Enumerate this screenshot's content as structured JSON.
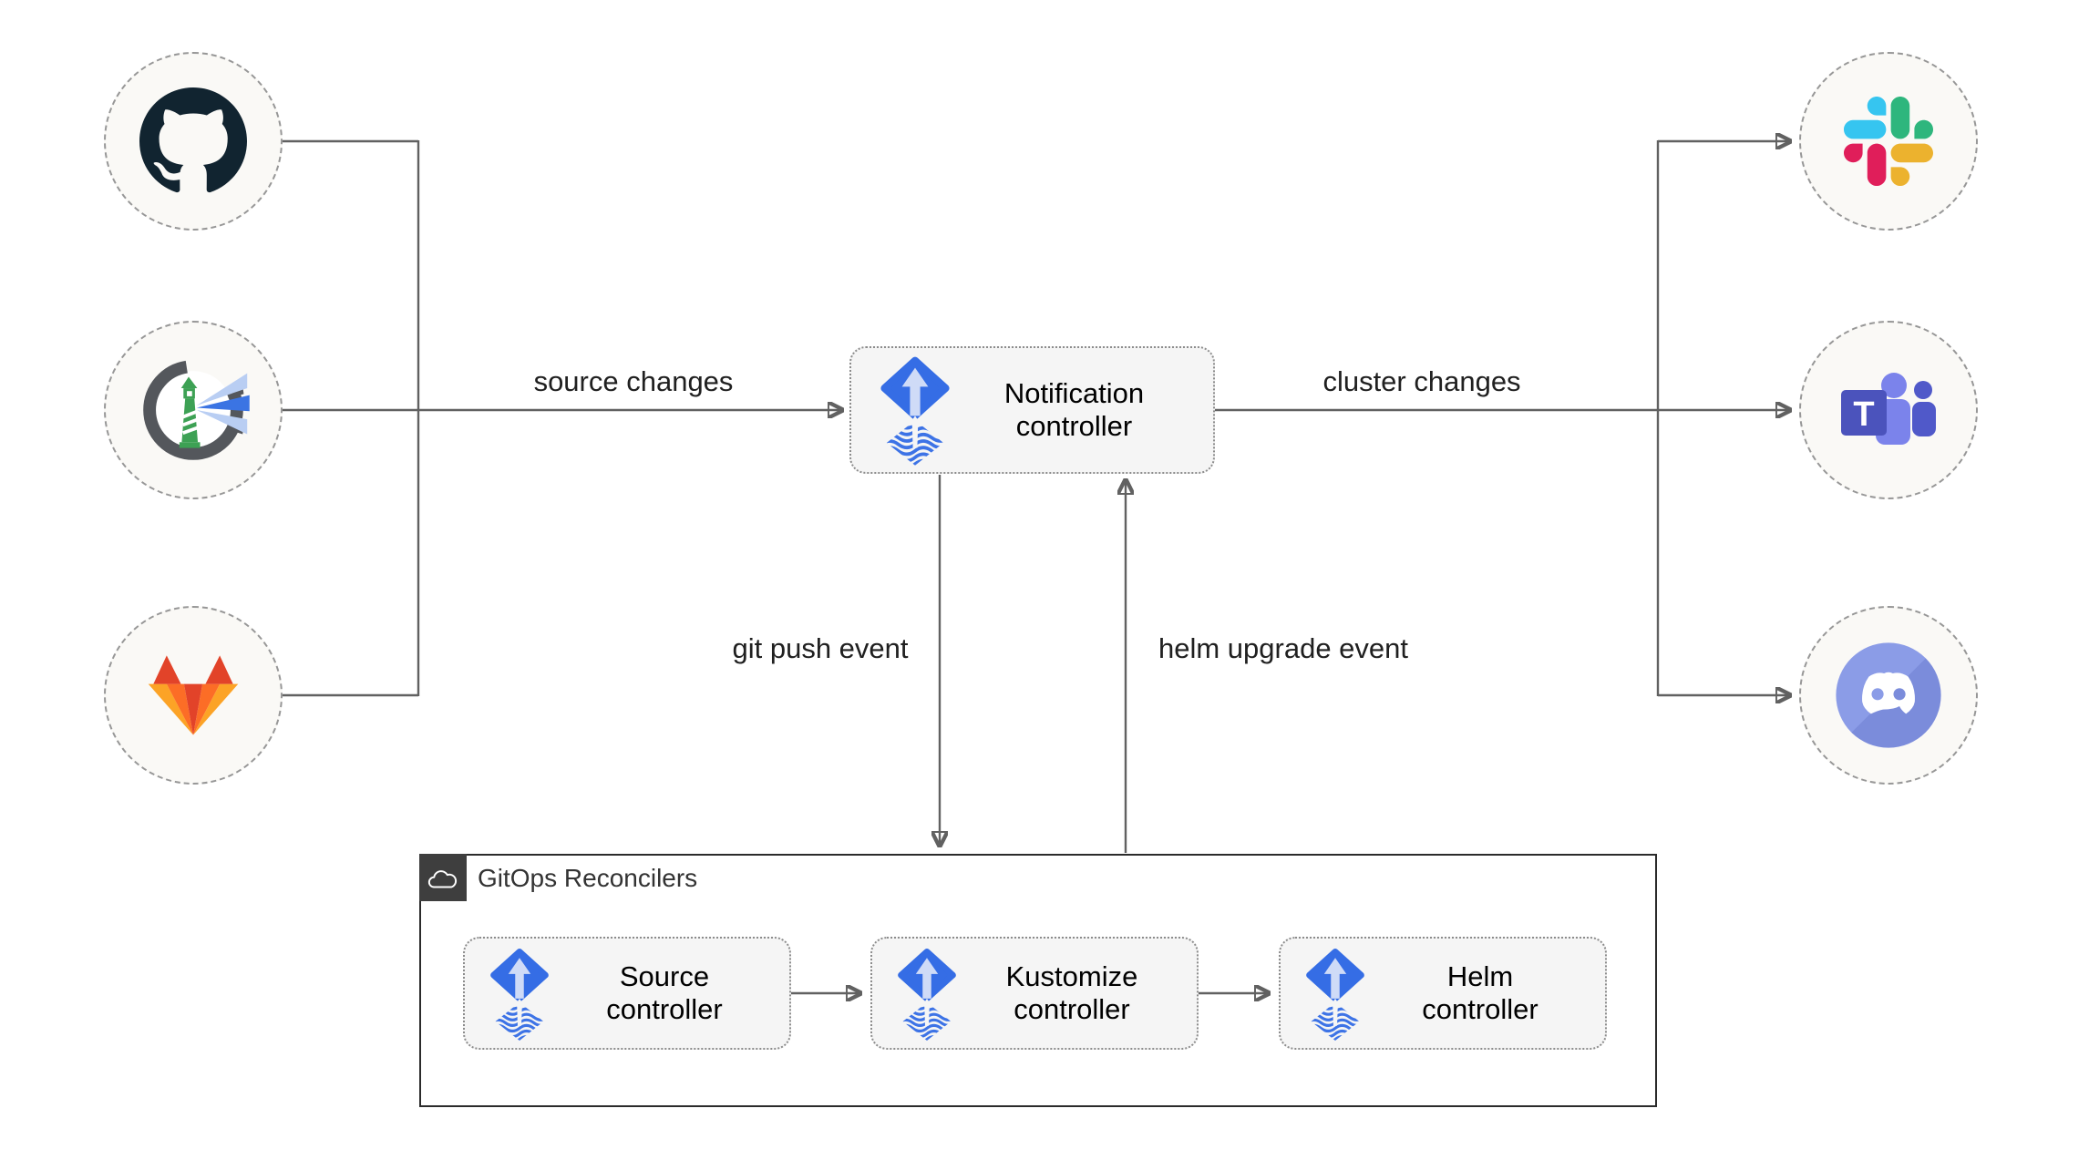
{
  "nodes": {
    "notification": {
      "label": "Notification controller"
    },
    "source_controller": {
      "label": "Source controller"
    },
    "kustomize_controller": {
      "label": "Kustomize controller"
    },
    "helm_controller": {
      "label": "Helm controller"
    },
    "reconcilers_group": {
      "title": "GitOps Reconcilers"
    }
  },
  "edge_labels": {
    "source_changes": "source changes",
    "cluster_changes": "cluster changes",
    "git_push": "git push event",
    "helm_upgrade": "helm upgrade event"
  },
  "icons": {
    "sources": [
      "github-icon",
      "harbor-icon",
      "gitlab-icon"
    ],
    "targets": [
      "slack-icon",
      "teams-icon",
      "discord-icon"
    ],
    "controller_icon": "flux-icon",
    "group_icon": "cloud-icon",
    "teams_letter": "T"
  },
  "colors": {
    "line": "#616161",
    "text": "#1a1a1a",
    "node_fill": "#f5f5f5",
    "node_border": "#8c8c8c",
    "circle_fill": "#faf9f6",
    "circle_border": "#979797",
    "group_border": "#2b2b2b",
    "group_tab": "#3e3e3e",
    "flux_blue": "#356de5",
    "github_dark": "#112430",
    "harbor_gray": "#54575c",
    "harbor_green": "#3da154",
    "harbor_beam_blue": "#3b74e3",
    "gitlab_red": "#e24329",
    "gitlab_orange": "#fc6d26",
    "gitlab_yellow": "#fca326",
    "slack_blue": "#36c5f0",
    "slack_green": "#2eb67d",
    "slack_yellow": "#ecb22e",
    "slack_red": "#e01e5a",
    "teams_purple": "#4b53bc",
    "teams_light": "#7b83eb",
    "teams_mid": "#5059c9",
    "discord_blurple": "#8495e2"
  }
}
